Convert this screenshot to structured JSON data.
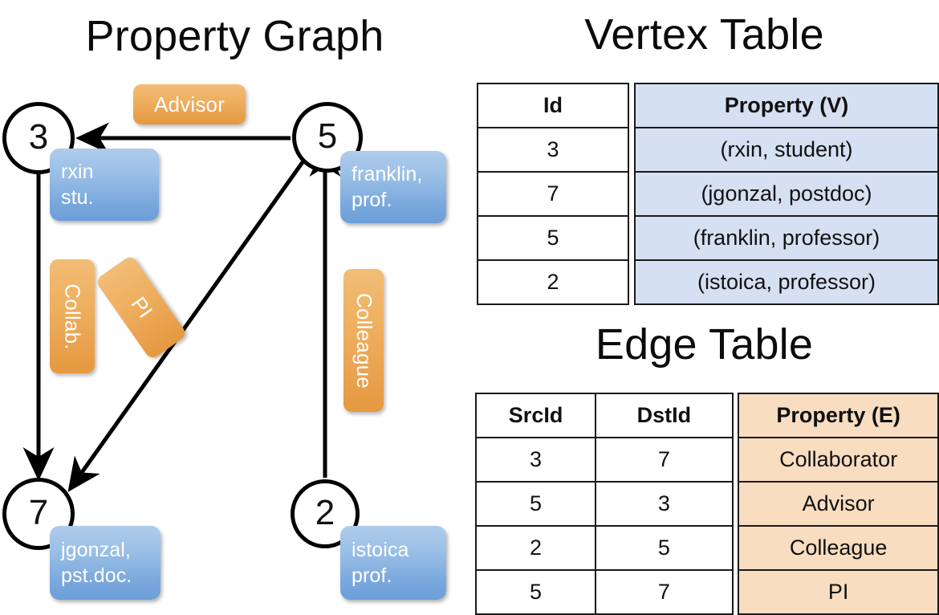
{
  "titles": {
    "property_graph": "Property Graph",
    "vertex_table": "Vertex Table",
    "edge_table": "Edge Table"
  },
  "graph": {
    "nodes": [
      {
        "id": "3",
        "property": "rxin\nstu."
      },
      {
        "id": "5",
        "property": "franklin,\nprof."
      },
      {
        "id": "7",
        "property": "jgonzal,\npst.doc."
      },
      {
        "id": "2",
        "property": "istoica\nprof."
      }
    ],
    "node_labels": {
      "n3": "3",
      "n5": "5",
      "n7": "7",
      "n2": "2"
    },
    "property_boxes": {
      "rxin_line1": "rxin",
      "rxin_line2": "stu.",
      "franklin_line1": "franklin,",
      "franklin_line2": "prof.",
      "jgonzal_line1": "jgonzal,",
      "jgonzal_line2": "pst.doc.",
      "istoica_line1": "istoica",
      "istoica_line2": "prof."
    },
    "edge_labels": {
      "advisor": "Advisor",
      "collab": "Collab.",
      "pi": "PI",
      "colleague": "Colleague"
    },
    "edges": [
      {
        "from": "5",
        "to": "3",
        "label": "Advisor"
      },
      {
        "from": "3",
        "to": "7",
        "label": "Collab."
      },
      {
        "from": "5",
        "to": "7",
        "label": "PI"
      },
      {
        "from": "2",
        "to": "5",
        "label": "Colleague"
      }
    ]
  },
  "vertex_table": {
    "headers": [
      "Id",
      "Property (V)"
    ],
    "rows": [
      {
        "id": "3",
        "property": "(rxin, student)"
      },
      {
        "id": "7",
        "property": "(jgonzal, postdoc)"
      },
      {
        "id": "5",
        "property": "(franklin, professor)"
      },
      {
        "id": "2",
        "property": "(istoica, professor)"
      }
    ]
  },
  "edge_table": {
    "headers": [
      "SrcId",
      "DstId",
      "Property (E)"
    ],
    "rows": [
      {
        "src": "3",
        "dst": "7",
        "property": "Collaborator"
      },
      {
        "src": "5",
        "dst": "3",
        "property": "Advisor"
      },
      {
        "src": "2",
        "dst": "5",
        "property": "Colleague"
      },
      {
        "src": "5",
        "dst": "7",
        "property": "PI"
      }
    ]
  },
  "colors": {
    "edge_label_orange": "#eeae5e",
    "property_box_blue": "#8fb4e3",
    "vertex_cell_blue": "#d5e0f2",
    "edge_cell_orange": "#f8ddc1",
    "stroke": "#000000"
  }
}
